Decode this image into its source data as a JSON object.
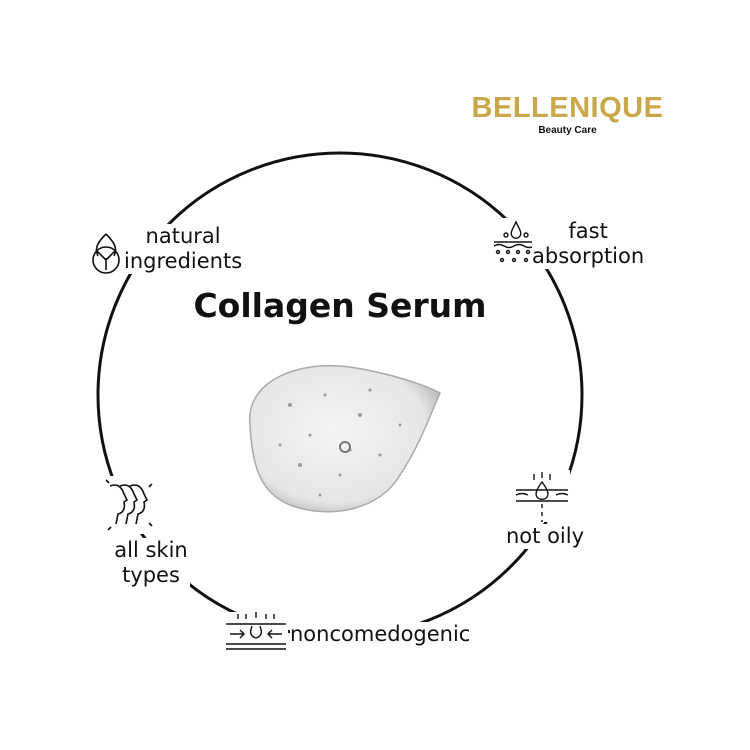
{
  "brand": {
    "name": "BELLENIQUE",
    "tagline": "Beauty Care",
    "color": "#c9a84c"
  },
  "title": "Collagen Serum",
  "features": [
    {
      "label_line1": "natural",
      "label_line2": "ingredients",
      "icon": "leaf-icon"
    },
    {
      "label_line1": "fast",
      "label_line2": "absorption",
      "icon": "skin-absorption-icon"
    },
    {
      "label_line1": "all skin",
      "label_line2": "types",
      "icon": "faces-icon"
    },
    {
      "label_line1": "not oily",
      "icon": "oil-drop-skin-icon"
    },
    {
      "label_line1": "noncomedogenic",
      "icon": "pore-icon"
    }
  ]
}
